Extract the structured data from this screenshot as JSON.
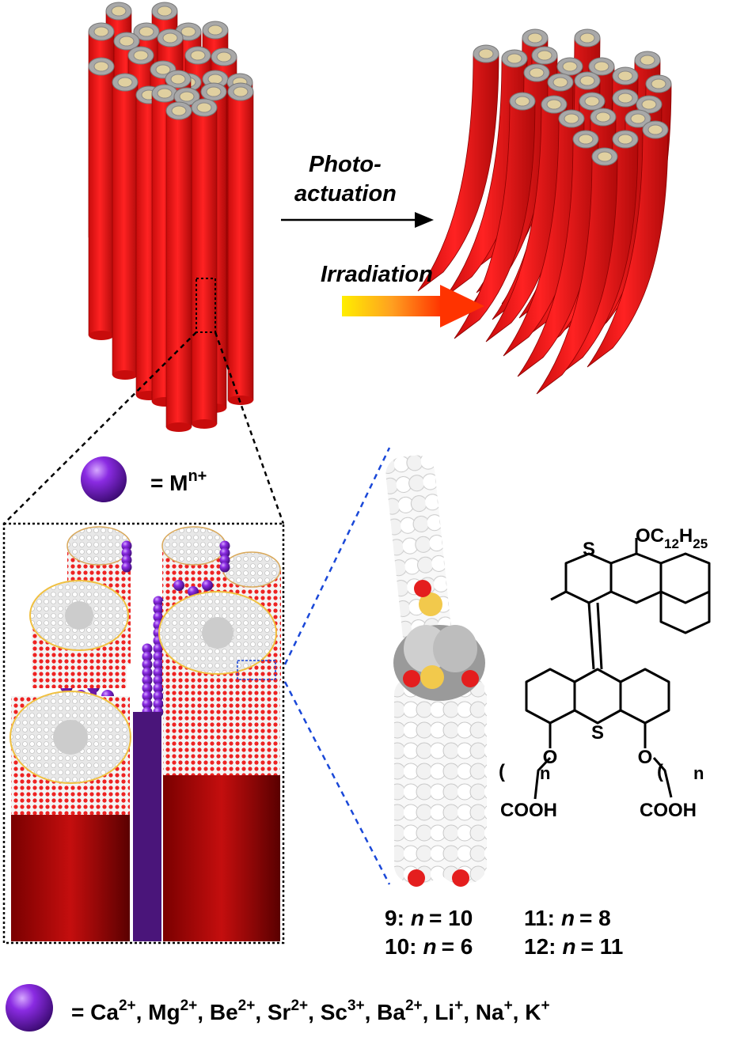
{
  "arrow_labels": {
    "photo_line1": "Photo-",
    "photo_line2": "actuation",
    "irradiation": "Irradiation"
  },
  "legend_top": {
    "text": "= M",
    "sup": "n+"
  },
  "legend_bottom": {
    "prefix": "= ",
    "ions": [
      {
        "el": "Ca",
        "ch": "2+"
      },
      {
        "el": "Mg",
        "ch": "2+"
      },
      {
        "el": "Be",
        "ch": "2+"
      },
      {
        "el": "Sr",
        "ch": "2+"
      },
      {
        "el": "Sc",
        "ch": "3+"
      },
      {
        "el": "Ba",
        "ch": "2+"
      },
      {
        "el": "Li",
        "ch": "+"
      },
      {
        "el": "Na",
        "ch": "+"
      },
      {
        "el": "K",
        "ch": "+"
      }
    ]
  },
  "structure": {
    "substituent": "OC",
    "sub_c": "12",
    "sub_h": "H",
    "sub_h_n": "25",
    "sulfur": "S",
    "oxygen": "O",
    "n": "n",
    "acid": "COOH",
    "paren": "("
  },
  "compounds": [
    {
      "id": "9:",
      "n": "n",
      "eq": "= 10"
    },
    {
      "id": "10:",
      "n": "n",
      "eq": "= 6"
    },
    {
      "id": "11:",
      "n": "n",
      "eq": "= 8"
    },
    {
      "id": "12:",
      "n": "n",
      "eq": "= 11"
    }
  ],
  "colors": {
    "rod": "#ee1111",
    "rod_shade": "#b30c0c",
    "ion": "#6a1aa8",
    "arrow_start": "#ffee00",
    "arrow_end": "#ff3300"
  }
}
